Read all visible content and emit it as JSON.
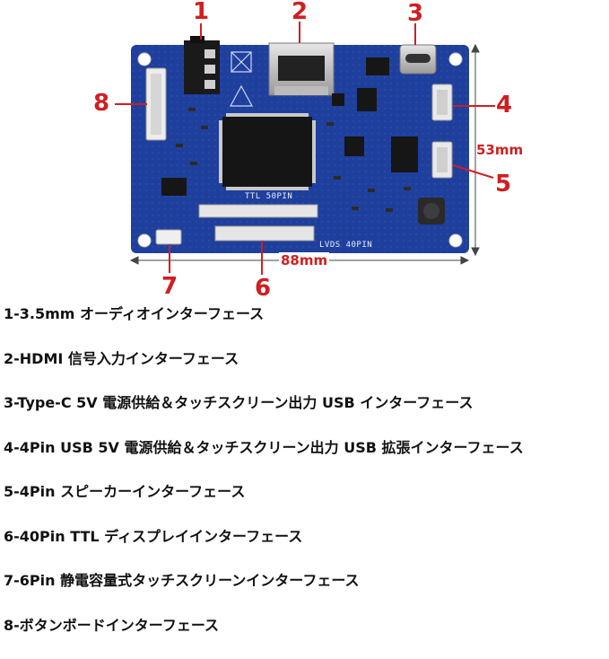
{
  "callouts": {
    "c1": "1",
    "c2": "2",
    "c3": "3",
    "c4": "4",
    "c5": "5",
    "c6": "6",
    "c7": "7",
    "c8": "8"
  },
  "dimensions": {
    "height": "53mm",
    "width": "88mm"
  },
  "board_markings": {
    "ttl": "TTL 50PIN",
    "lvds": "LVDS 40PIN"
  },
  "legend": [
    "1-3.5mm オーディオインターフェース",
    "2-HDMI 信号入力インターフェース",
    "3-Type-C 5V 電源供給＆タッチスクリーン出力 USB インターフェース",
    "4-4Pin USB 5V 電源供給＆タッチスクリーン出力 USB 拡張インターフェース",
    "5-4Pin スピーカーインターフェース",
    "6-40Pin TTL ディスプレイインターフェース",
    "7-6Pin 静電容量式タッチスクリーンインターフェース",
    "8-ボタンボードインターフェース"
  ],
  "colors": {
    "pcb": "#1f3f9c",
    "callout": "#d01f1f"
  }
}
